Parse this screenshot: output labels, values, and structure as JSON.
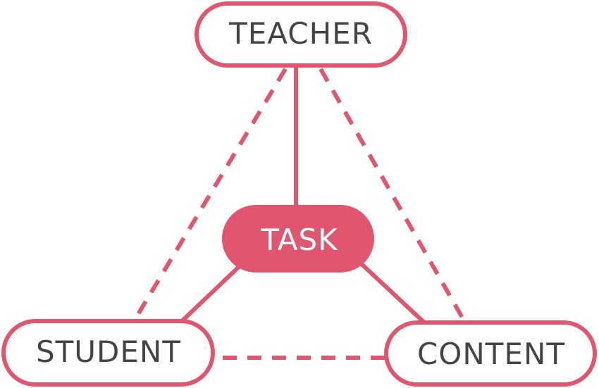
{
  "diagram": {
    "colors": {
      "accent": "#E0566F",
      "text": "#444444",
      "node_fill": "#ffffff",
      "task_text": "#ffffff"
    },
    "nodes": {
      "teacher": {
        "label": "TEACHER"
      },
      "task": {
        "label": "TASK"
      },
      "student": {
        "label": "STUDENT"
      },
      "content": {
        "label": "CONTENT"
      }
    },
    "edges": [
      {
        "from": "teacher",
        "to": "task",
        "style": "solid"
      },
      {
        "from": "task",
        "to": "student",
        "style": "solid"
      },
      {
        "from": "task",
        "to": "content",
        "style": "solid"
      },
      {
        "from": "teacher",
        "to": "student",
        "style": "dashed"
      },
      {
        "from": "teacher",
        "to": "content",
        "style": "dashed"
      },
      {
        "from": "student",
        "to": "content",
        "style": "dashed"
      }
    ]
  }
}
